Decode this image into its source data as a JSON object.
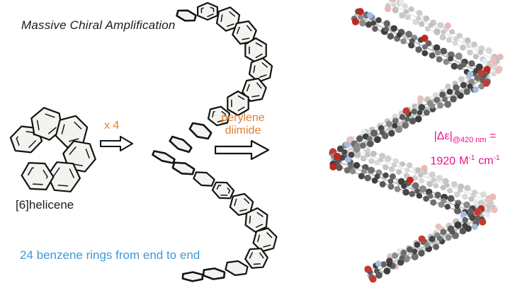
{
  "header": {
    "title": "Massive Chiral Amplification"
  },
  "monomer": {
    "label": "[6]helicene"
  },
  "step1": {
    "label": "x 4"
  },
  "step2": {
    "line1": "perylene",
    "line2": "diimide"
  },
  "measurement": {
    "prefix": "|Δε|",
    "subscript": "@420 nm",
    "equals": " =",
    "value": "1920",
    "unit1": "M",
    "sup1": "-1",
    "unit2": "cm",
    "sup2": "-1"
  },
  "footnote": {
    "text": "24 benzene rings from end to end"
  },
  "icons": {
    "step1_arrow": "block-arrow-right",
    "step2_arrow": "block-arrow-right"
  },
  "colors": {
    "orange": "#e0812f",
    "magenta": "#e8148c",
    "blue": "#3e9ad8",
    "ink": "#1b1b1b",
    "ring_fill": "#f3f3f0",
    "bond": "#141414",
    "stick": "#bcbcbc",
    "carbon": "#4a4a4a",
    "oxygen": "#c2261c",
    "nitrogen": "#a3bce4"
  }
}
